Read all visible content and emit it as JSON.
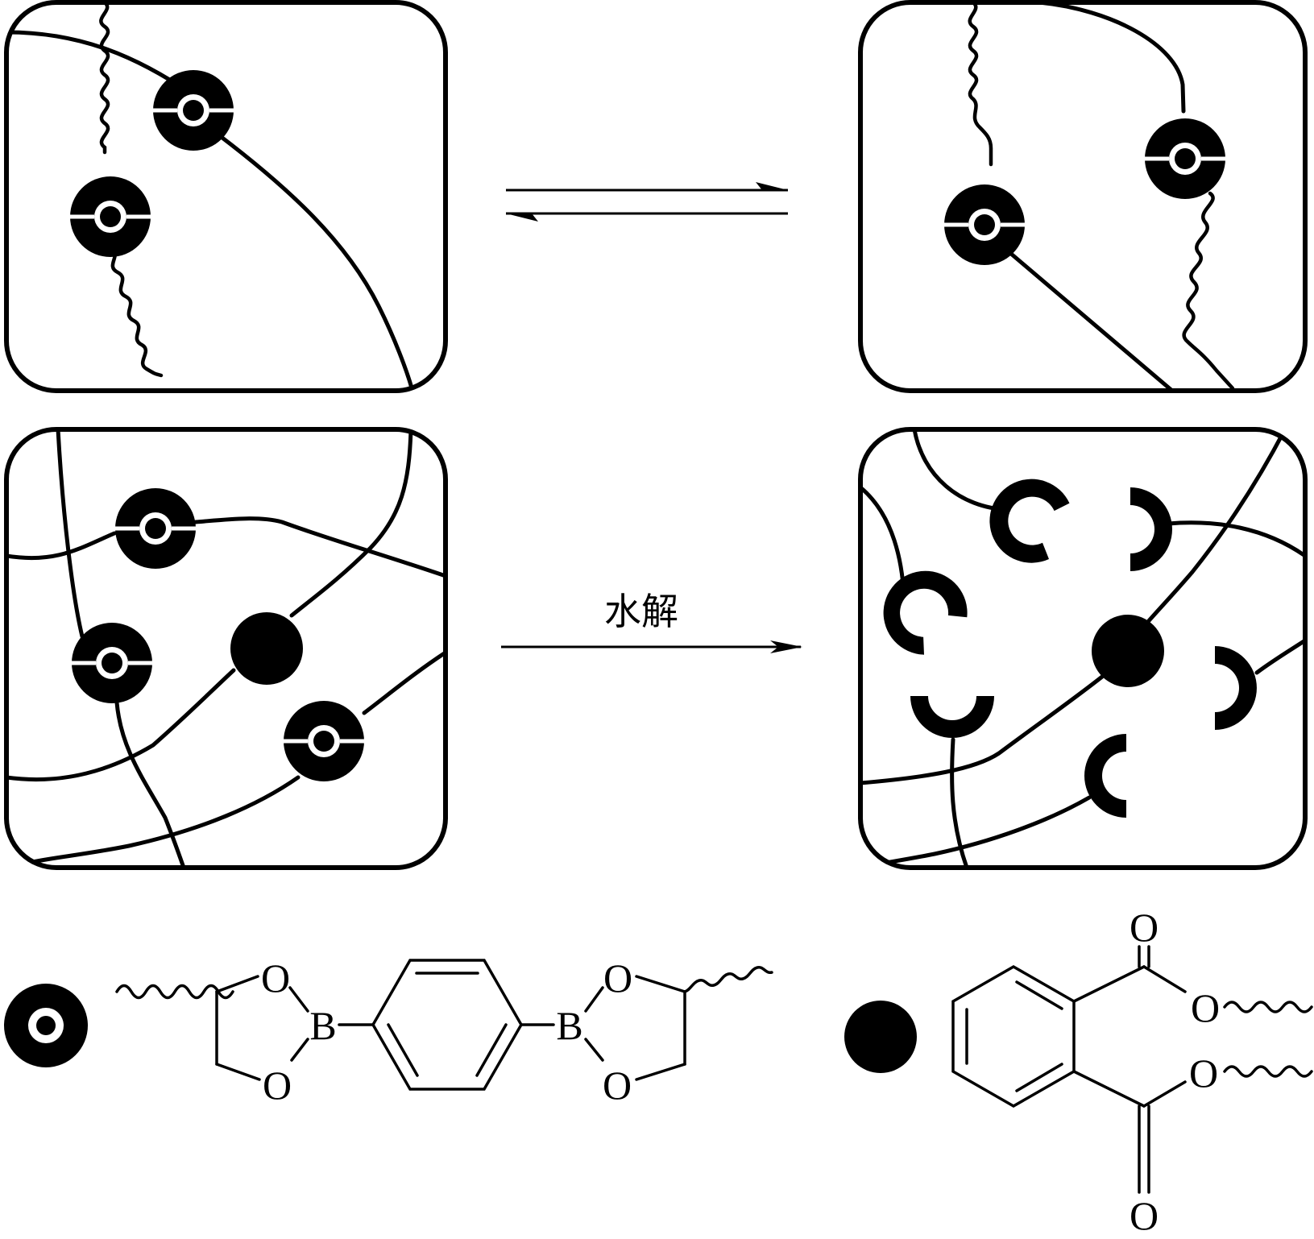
{
  "reaction": {
    "hydrolysis_label": "水解"
  },
  "legend": {
    "boronic_ester": {
      "atoms": {
        "o_upper_left": "O",
        "b_left": "B",
        "o_lower_left": "O",
        "o_upper_right": "O",
        "b_right": "B",
        "o_lower_right": "O"
      }
    },
    "phthalate_ester": {
      "atoms": {
        "o_carbonyl_top": "O",
        "o_ester_top": "O",
        "o_ester_bottom": "O",
        "o_carbonyl_bottom": "O"
      }
    }
  },
  "colors": {
    "ink": "#000000",
    "background": "#ffffff"
  }
}
